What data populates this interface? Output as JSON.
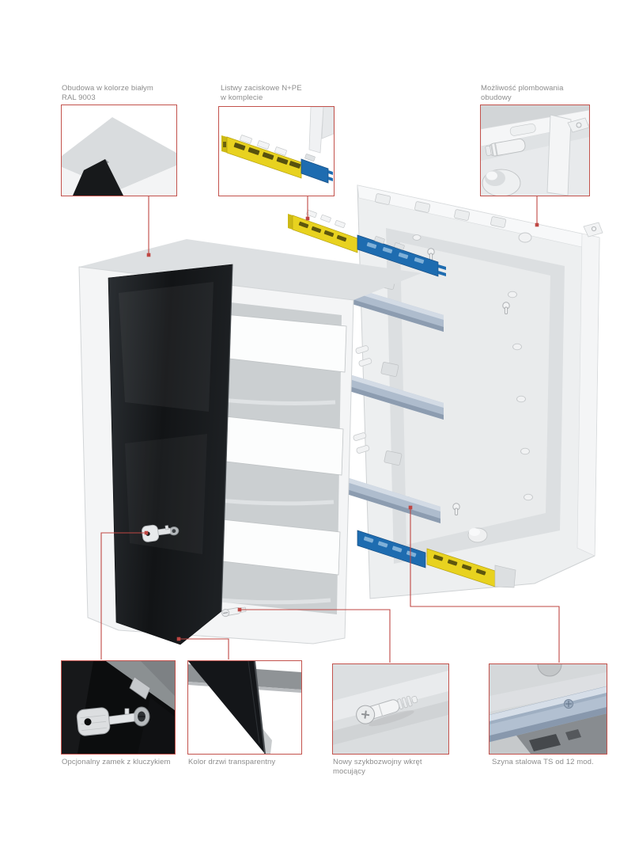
{
  "page": {
    "background": "#ffffff"
  },
  "style": {
    "accent_red": "#bf4743",
    "box_border_red": "#c3524c",
    "label_gray": "#8d8d8d",
    "rail_blue_gray": "#b2c0d1",
    "strip_yellow": "#e8d21f",
    "strip_blue": "#1e6cb0",
    "door_dark": "#17191c",
    "enclosure_white": "#f4f5f6"
  },
  "callouts": {
    "top": [
      {
        "id": "enclosure-color",
        "thumb": "enclosure-corner-photo",
        "lines": [
          "Obudowa w kolorze białym",
          "RAL 9003"
        ]
      },
      {
        "id": "terminal-strips",
        "thumb": "terminal-strip-photo",
        "lines": [
          "Listwy zaciskowe N+PE",
          "w komplecie"
        ]
      },
      {
        "id": "sealing",
        "thumb": "sealing-corner-photo",
        "lines": [
          "Możliwość plombowania",
          "obudowy"
        ]
      }
    ],
    "bottom": [
      {
        "id": "lock",
        "thumb": "key-lock-photo",
        "lines": [
          "Opcjonalny zamek z kluczykiem"
        ]
      },
      {
        "id": "door-color",
        "thumb": "transparent-door-photo",
        "lines": [
          "Kolor drzwi transparentny"
        ]
      },
      {
        "id": "screw",
        "thumb": "mounting-screw-photo",
        "lines": [
          "Nowy szykbozwojny wkręt",
          "mocujący"
        ]
      },
      {
        "id": "rail",
        "thumb": "steel-rail-photo",
        "lines": [
          "Szyna stalowa TS od 12 mod."
        ]
      }
    ]
  }
}
